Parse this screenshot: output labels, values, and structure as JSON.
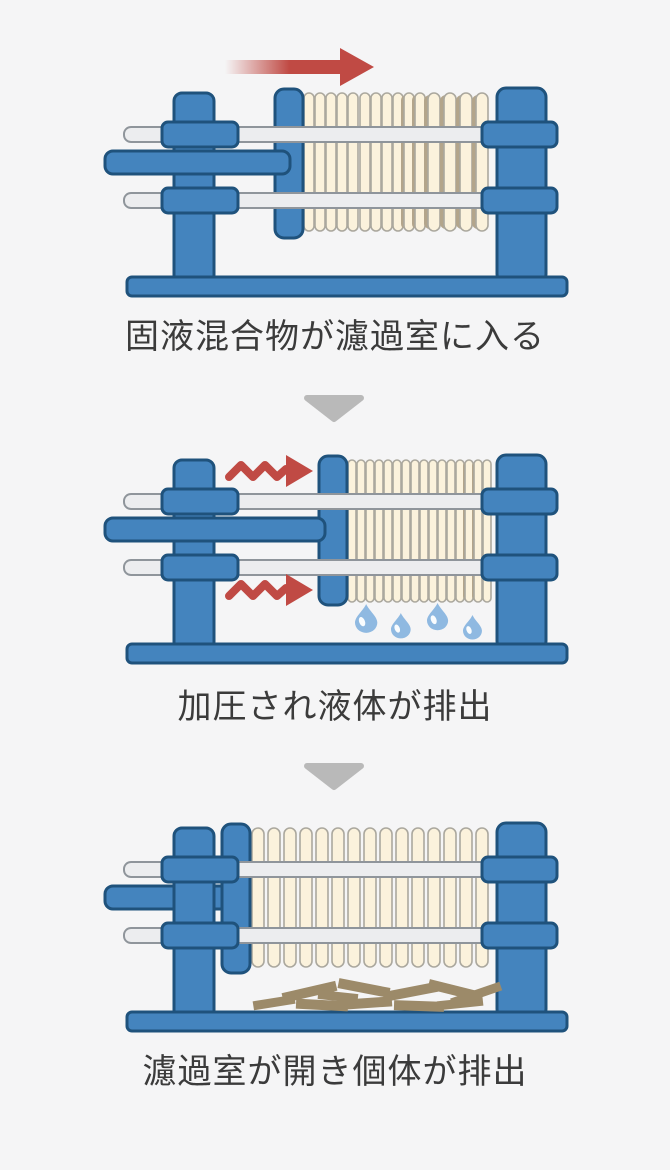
{
  "diagram": {
    "title_implicit": "filter press process",
    "steps": [
      {
        "caption": "固液混合物が濾過室に入る",
        "icons": [
          "feed-flow-arrow-icon",
          "filter-plate-stack",
          "press-frame"
        ]
      },
      {
        "caption": "加圧され液体が排出",
        "icons": [
          "pressure-wave-icon",
          "filtrate-drop-icon",
          "filter-plate-stack",
          "press-frame"
        ]
      },
      {
        "caption": "濾過室が開き個体が排出",
        "icons": [
          "cake-pile",
          "filter-plate-stack",
          "press-frame"
        ]
      }
    ],
    "separators": [
      {
        "icon": "down-triangle-icon"
      },
      {
        "icon": "down-triangle-icon"
      }
    ]
  },
  "colors": {
    "page_bg": "#f5f5f6",
    "frame_blue": "#4484BE",
    "frame_blue_border": "#1F527C",
    "rail_gray": "#ECEDEF",
    "rail_border": "#8F959B",
    "plate_cream": "#FBF2DC",
    "plate_border": "#ABA89E",
    "plate_shadow_tan": "#B3A58B",
    "arrow_red": "#C04A44",
    "drop_blue": "#8FB9E1",
    "cake_brown": "#9C8A69",
    "step_arrow_gray": "#B9B9B9",
    "caption_text": "#3B3B3B"
  }
}
